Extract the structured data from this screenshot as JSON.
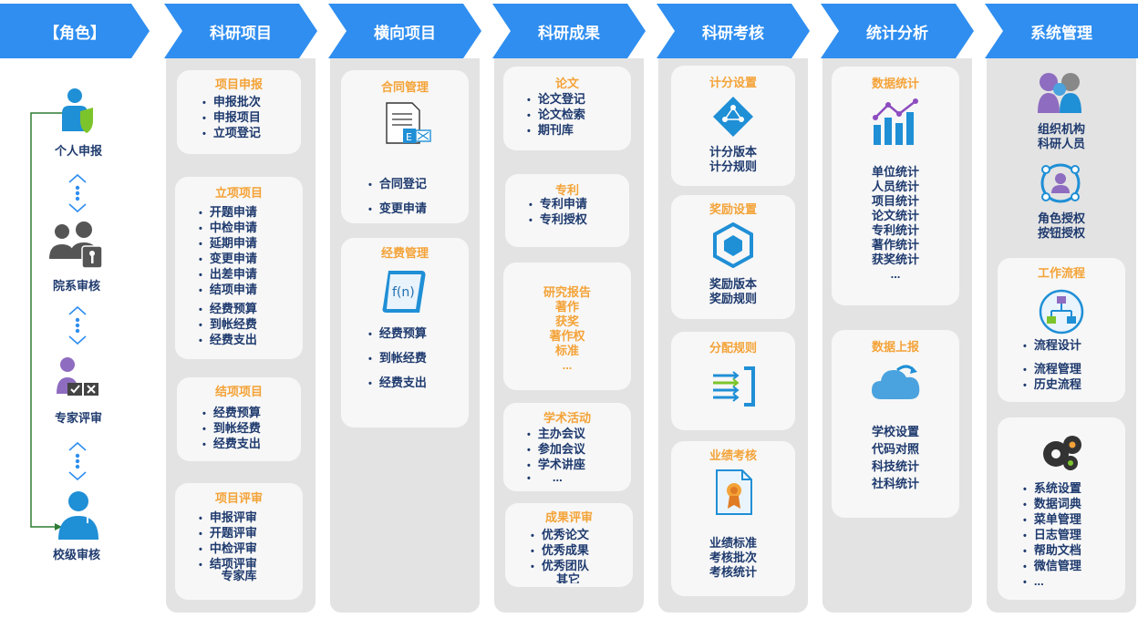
{
  "headers": [
    "【角色】",
    "科研项目",
    "横向项目",
    "科研成果",
    "科研考核",
    "统计分析",
    "系统管理"
  ],
  "roles": {
    "items": [
      "个人申报",
      "院系审核",
      "专家评审",
      "校级审核"
    ]
  },
  "kyxm": {
    "xmsb": {
      "title": "项目申报",
      "items": [
        "申报批次",
        "申报项目",
        "立项登记"
      ]
    },
    "lxxm": {
      "title": "立项项目",
      "items": [
        "开题申请",
        "中检申请",
        "延期申请",
        "变更申请",
        "出差申请",
        "结项申请"
      ],
      "items2": [
        "经费预算",
        "到帐经费",
        "经费支出"
      ]
    },
    "jxxm": {
      "title": "结项项目",
      "items": [
        "经费预算",
        "到帐经费",
        "经费支出"
      ]
    },
    "xmps": {
      "title": "项目评审",
      "items": [
        "申报评审",
        "开题评审",
        "中检评审",
        "结项评审",
        "专家库"
      ]
    }
  },
  "hxxm": {
    "htgl": {
      "title": "合同管理",
      "items": [
        "合同登记",
        "变更申请"
      ]
    },
    "jfgl": {
      "title": "经费管理",
      "items": [
        "经费预算",
        "到帐经费",
        "经费支出"
      ]
    }
  },
  "kycg": {
    "lw": {
      "title": "论文",
      "items": [
        "论文登记",
        "论文检索",
        "期刊库"
      ]
    },
    "zl": {
      "title": "专利",
      "items": [
        "专利申请",
        "专利授权"
      ]
    },
    "others": [
      "研究报告",
      "著作",
      "获奖",
      "著作权",
      "标准",
      "..."
    ],
    "xshd": {
      "title": "学术活动",
      "items": [
        "主办会议",
        "参加会议",
        "学术讲座",
        "..."
      ]
    },
    "cgps": {
      "title": "成果评审",
      "items": [
        "优秀论文",
        "优秀成果",
        "优秀团队",
        "其它"
      ]
    }
  },
  "kykh": {
    "jfsz": {
      "title": "计分设置",
      "items": [
        "计分版本",
        "计分规则"
      ]
    },
    "jlsz": {
      "title": "奖励设置",
      "items": [
        "奖励版本",
        "奖励规则"
      ]
    },
    "fpgz": {
      "title": "分配规则"
    },
    "yjkh": {
      "title": "业绩考核",
      "items": [
        "业绩标准",
        "考核批次",
        "考核统计"
      ]
    }
  },
  "tjfx": {
    "sjtj": {
      "title": "数据统计",
      "items": [
        "单位统计",
        "人员统计",
        "项目统计",
        "论文统计",
        "专利统计",
        "著作统计",
        "获奖统计",
        "..."
      ]
    },
    "sjsb": {
      "title": "数据上报",
      "items": [
        "学校设置",
        "代码对照",
        "科技统计",
        "社科统计"
      ]
    }
  },
  "xtgl": {
    "org": [
      "组织机构",
      "科研人员"
    ],
    "auth": [
      "角色授权",
      "按钮授权"
    ],
    "gzlc": {
      "title": "工作流程",
      "items": [
        "流程设计",
        "流程管理",
        "历史流程"
      ]
    },
    "sys": {
      "items": [
        "系统设置",
        "数据词典",
        "菜单管理",
        "日志管理",
        "帮助文档",
        "微信管理",
        "..."
      ]
    }
  },
  "colors": {
    "header": "#2f8ef0",
    "column": "#e3e3e3",
    "card": "#f7f7f7",
    "title": "#f4a338",
    "text": "#1e3a6e",
    "icon": "#1f8fd6"
  }
}
